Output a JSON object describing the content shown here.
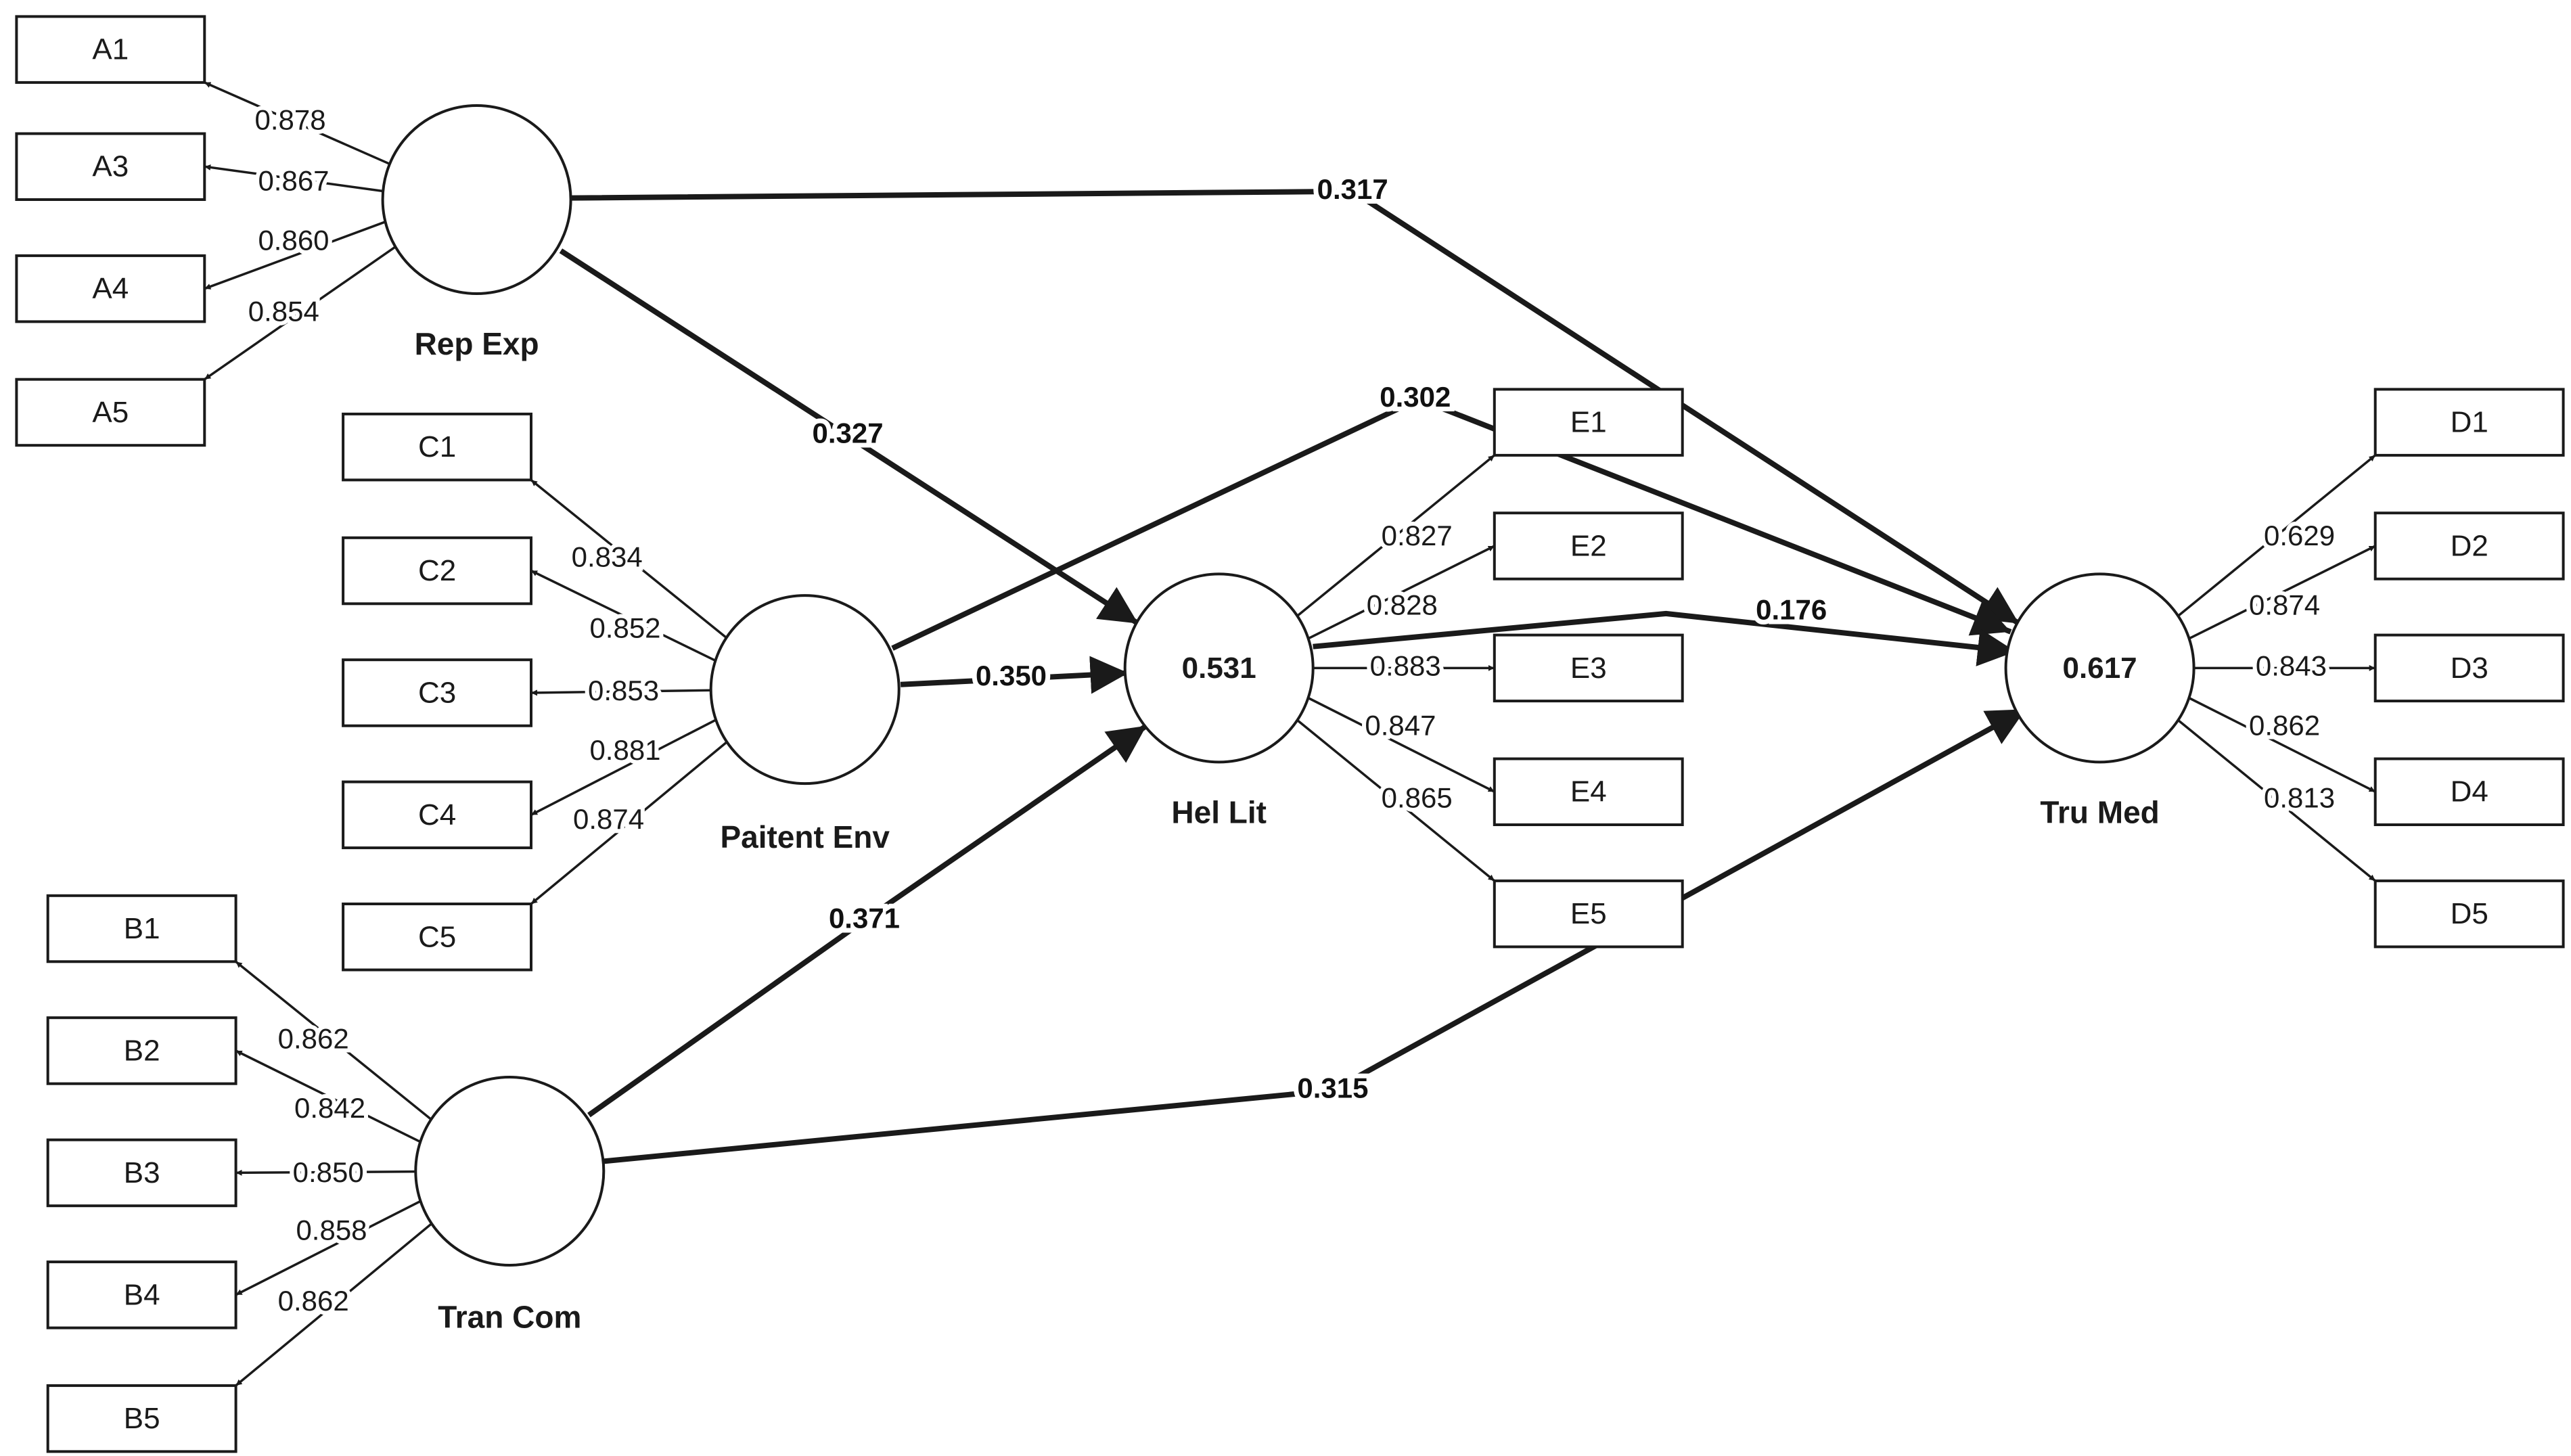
{
  "constructs": {
    "rep_exp": {
      "name": "Rep Exp",
      "r2": ""
    },
    "paitent_env": {
      "name": "Paitent Env",
      "r2": ""
    },
    "tran_com": {
      "name": "Tran Com",
      "r2": ""
    },
    "hel_lit": {
      "name": "Hel Lit",
      "r2": "0.531"
    },
    "tru_med": {
      "name": "Tru Med",
      "r2": "0.617"
    }
  },
  "measurement": {
    "rep_exp": [
      {
        "indicator": "A1",
        "loading": "0.878"
      },
      {
        "indicator": "A3",
        "loading": "0.867"
      },
      {
        "indicator": "A4",
        "loading": "0.860"
      },
      {
        "indicator": "A5",
        "loading": "0.854"
      }
    ],
    "paitent_env": [
      {
        "indicator": "C1",
        "loading": "0.834"
      },
      {
        "indicator": "C2",
        "loading": "0.852"
      },
      {
        "indicator": "C3",
        "loading": "0.853"
      },
      {
        "indicator": "C4",
        "loading": "0.881"
      },
      {
        "indicator": "C5",
        "loading": "0.874"
      }
    ],
    "tran_com": [
      {
        "indicator": "B1",
        "loading": "0.862"
      },
      {
        "indicator": "B2",
        "loading": "0.842"
      },
      {
        "indicator": "B3",
        "loading": "0.850"
      },
      {
        "indicator": "B4",
        "loading": "0.858"
      },
      {
        "indicator": "B5",
        "loading": "0.862"
      }
    ],
    "hel_lit": [
      {
        "indicator": "E1",
        "loading": "0.827"
      },
      {
        "indicator": "E2",
        "loading": "0.828"
      },
      {
        "indicator": "E3",
        "loading": "0.883"
      },
      {
        "indicator": "E4",
        "loading": "0.847"
      },
      {
        "indicator": "E5",
        "loading": "0.865"
      }
    ],
    "tru_med": [
      {
        "indicator": "D1",
        "loading": "0.629"
      },
      {
        "indicator": "D2",
        "loading": "0.874"
      },
      {
        "indicator": "D3",
        "loading": "0.843"
      },
      {
        "indicator": "D4",
        "loading": "0.862"
      },
      {
        "indicator": "D5",
        "loading": "0.813"
      }
    ]
  },
  "paths": [
    {
      "from": "rep_exp",
      "to": "tru_med",
      "coefficient": "0.317"
    },
    {
      "from": "rep_exp",
      "to": "hel_lit",
      "coefficient": "0.327"
    },
    {
      "from": "paitent_env",
      "to": "tru_med",
      "coefficient": "0.302"
    },
    {
      "from": "paitent_env",
      "to": "hel_lit",
      "coefficient": "0.350"
    },
    {
      "from": "tran_com",
      "to": "hel_lit",
      "coefficient": "0.371"
    },
    {
      "from": "tran_com",
      "to": "tru_med",
      "coefficient": "0.315"
    },
    {
      "from": "hel_lit",
      "to": "tru_med",
      "coefficient": "0.176"
    }
  ]
}
